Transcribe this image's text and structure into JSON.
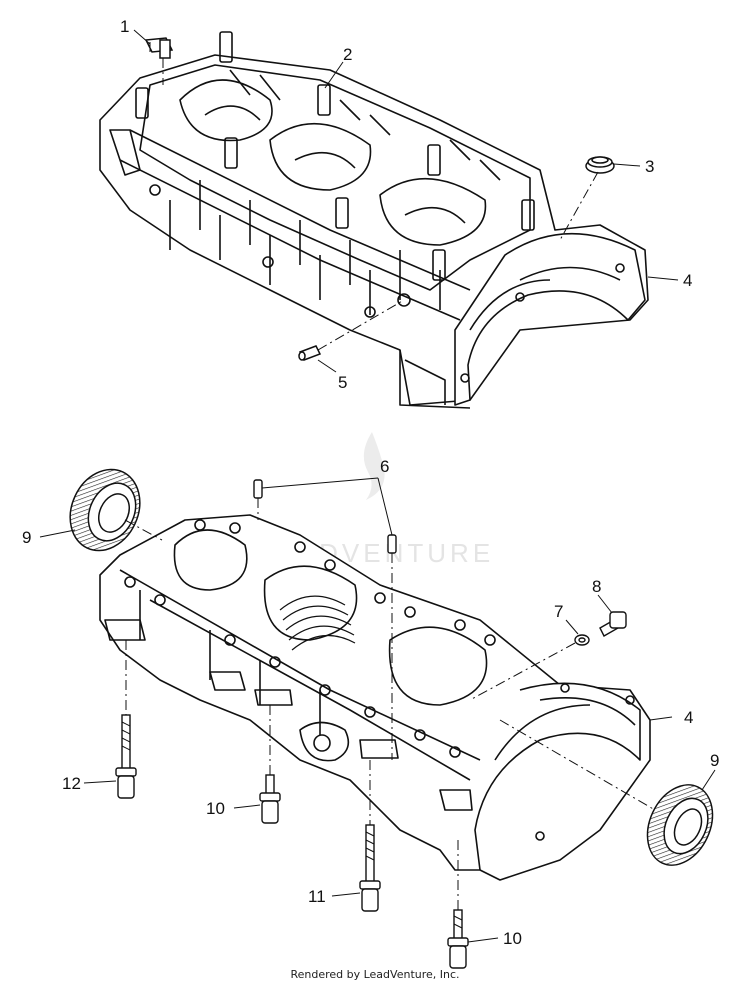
{
  "watermark": "LEADVENTURE",
  "footer": "Rendered by LeadVenture, Inc.",
  "callouts": {
    "c1": "1",
    "c2": "2",
    "c3": "3",
    "c4a": "4",
    "c5": "5",
    "c6": "6",
    "c7": "7",
    "c8": "8",
    "c9a": "9",
    "c4b": "4",
    "c9b": "9",
    "c12": "12",
    "c10a": "10",
    "c11": "11",
    "c10b": "10"
  }
}
